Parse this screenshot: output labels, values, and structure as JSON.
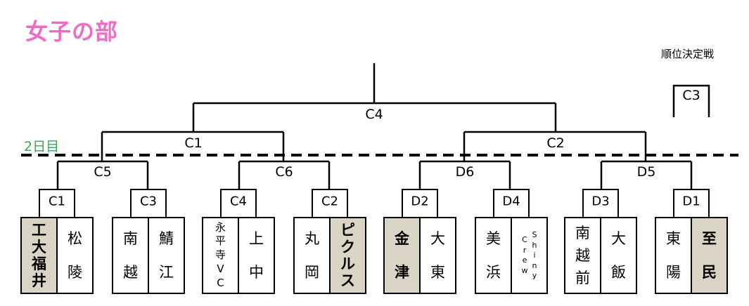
{
  "title": "女子の部",
  "ranking_label": "順位決定戦",
  "day2_label": "2日目",
  "colors": {
    "title": "#f06bc6",
    "day2": "#3aa657",
    "shaded": "#d9d4c4",
    "line": "#000000"
  },
  "match_labels": {
    "final": "C4",
    "semi_left": "C1",
    "semi_right": "C2",
    "qf1": "C5",
    "qf2": "C6",
    "qf3": "D6",
    "qf4": "D5",
    "third_place": "C3"
  },
  "slot_labels": [
    "C1",
    "C3",
    "C4",
    "C2",
    "D2",
    "D4",
    "D3",
    "D1"
  ],
  "teams": [
    {
      "name": "工大福井",
      "chars": [
        "工",
        "大",
        "福",
        "井"
      ],
      "shaded": true,
      "bold": true
    },
    {
      "name": "松陵",
      "chars": [
        "松",
        "陵"
      ],
      "shaded": false,
      "bold": false
    },
    {
      "name": "南越",
      "chars": [
        "南",
        "越"
      ],
      "shaded": false,
      "bold": false
    },
    {
      "name": "鯖江",
      "chars": [
        "鯖",
        "江"
      ],
      "shaded": false,
      "bold": false
    },
    {
      "name": "永平寺VC",
      "chars": [
        "永",
        "平",
        "寺",
        "V",
        "C"
      ],
      "shaded": false,
      "bold": false
    },
    {
      "name": "上中",
      "chars": [
        "上",
        "中"
      ],
      "shaded": false,
      "bold": false
    },
    {
      "name": "丸岡",
      "chars": [
        "丸",
        "岡"
      ],
      "shaded": false,
      "bold": false
    },
    {
      "name": "ピクルス",
      "chars": [
        "ピ",
        "ク",
        "ル",
        "ス"
      ],
      "shaded": true,
      "bold": true
    },
    {
      "name": "金津",
      "chars": [
        "金",
        "津"
      ],
      "shaded": true,
      "bold": true
    },
    {
      "name": "大東",
      "chars": [
        "大",
        "東"
      ],
      "shaded": false,
      "bold": false
    },
    {
      "name": "美浜",
      "chars": [
        "美",
        "浜"
      ],
      "shaded": false,
      "bold": false
    },
    {
      "name": "Shiny Crew",
      "chars_col1": [
        "C",
        "r",
        "e",
        "w"
      ],
      "chars_col2": [
        "S",
        "h",
        "i",
        "n",
        "y"
      ],
      "shaded": false,
      "bold": false
    },
    {
      "name": "南越前",
      "chars": [
        "南",
        "越",
        "前"
      ],
      "shaded": false,
      "bold": false
    },
    {
      "name": "大飯",
      "chars": [
        "大",
        "飯"
      ],
      "shaded": false,
      "bold": false
    },
    {
      "name": "東陽",
      "chars": [
        "東",
        "陽"
      ],
      "shaded": false,
      "bold": false
    },
    {
      "name": "至民",
      "chars": [
        "至",
        "民"
      ],
      "shaded": true,
      "bold": true
    }
  ]
}
